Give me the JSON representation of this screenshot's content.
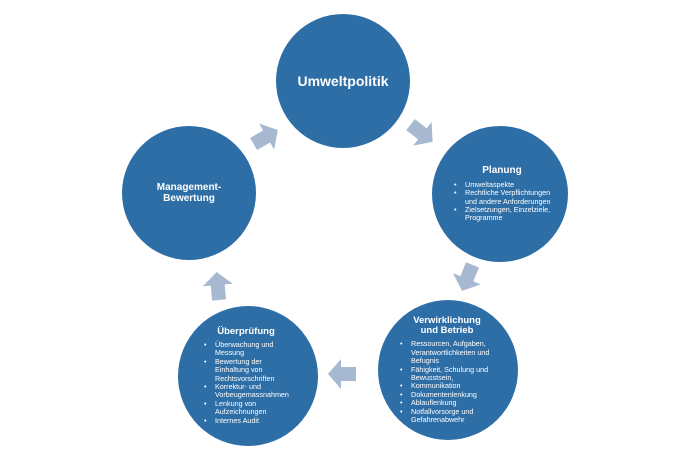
{
  "cycle": {
    "nodes": {
      "policy": {
        "title": "Umweltpolitik"
      },
      "planning": {
        "title": "Planung",
        "items": [
          "Umweltaspekte",
          "Rechtliche Verpflichtungen und andere Anforderungen",
          "Zielsetzungen, Einzelziele, Programme"
        ]
      },
      "implementation": {
        "title": "Verwirklichung und Betrieb",
        "items": [
          "Ressourcen, Aufgaben, Verantwortlichkeiten und Befugnis",
          "Fähigkeit, Schulung und Bewusstsein,",
          "Kommunikation",
          "Dokumentenlenkung",
          "Ablauflenkung",
          "Notfallvorsorge und Gefahrenabwehr"
        ]
      },
      "review": {
        "title": "Überprüfung",
        "items": [
          "Überwachung und Messung",
          "Bewertung der Einhaltung von Rechtsvorschriften",
          "Korrektur- und Vorbeugemassnahmen",
          "Lenkung von Aufzeichnungen",
          "Internes Audit"
        ]
      },
      "management": {
        "title": "Management-Bewertung"
      }
    },
    "colors": {
      "circle": "#2e6ea6",
      "arrow": "#a7b9d0",
      "text": "#ffffff"
    }
  }
}
